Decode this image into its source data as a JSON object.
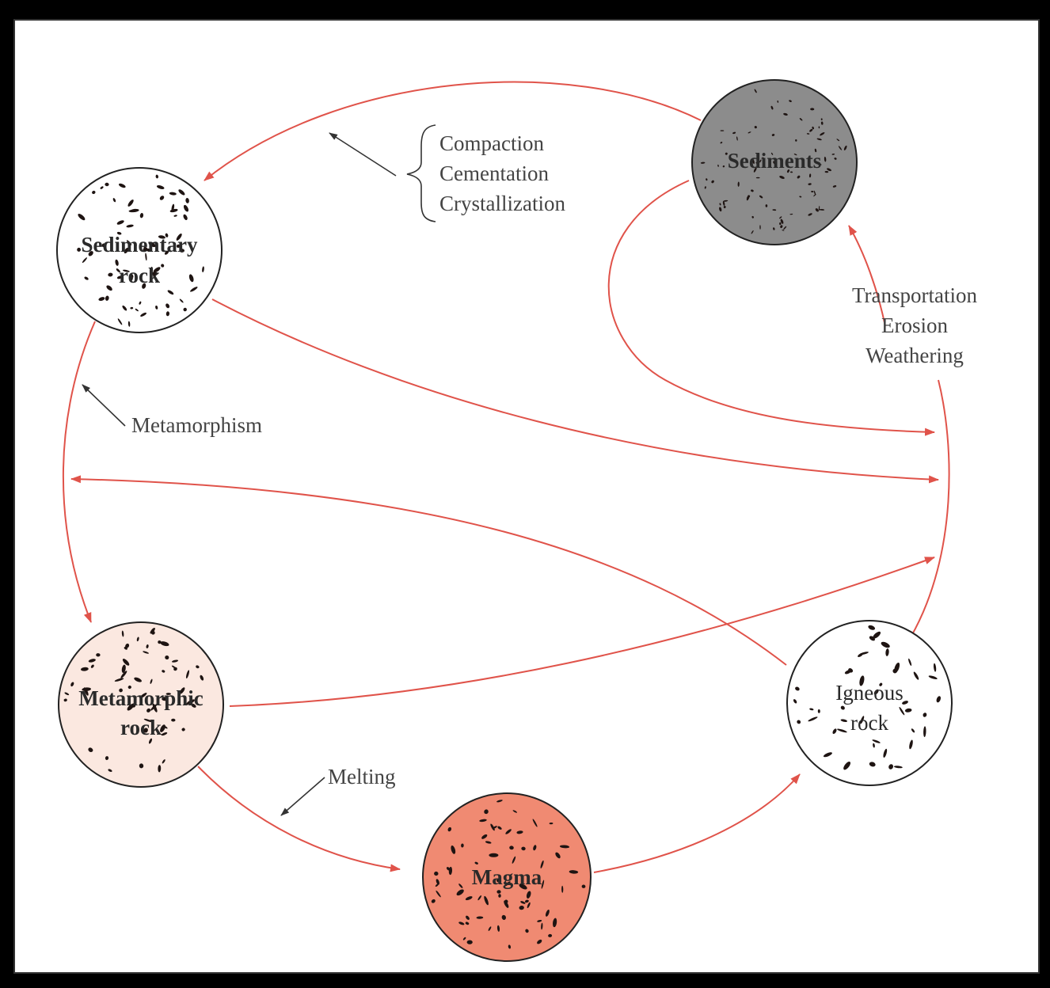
{
  "nodes": {
    "sediments": {
      "line1": "Sediments",
      "line2": ""
    },
    "sedimentary": {
      "line1": "Sedimentary",
      "line2": "rock"
    },
    "metamorphic": {
      "line1": "Metamorphic",
      "line2": "rock"
    },
    "magma": {
      "line1": "Magma",
      "line2": ""
    },
    "igneous": {
      "line1": "Igneous",
      "line2": "rock"
    }
  },
  "processes": {
    "lithification": [
      "Compaction",
      "Cementation",
      "Crystallization"
    ],
    "weathering": [
      "Transportation",
      "Erosion",
      "Weathering"
    ],
    "metamorphism": "Metamorphism",
    "melting": "Melting"
  },
  "colors": {
    "arrow": "#e0534a",
    "sediments_fill": "#8c8c8c",
    "metamorphic_fill": "#fbe8e0",
    "magma_fill": "#f08a72",
    "rock_fill": "#ffffff",
    "speckle": "#1e1412"
  }
}
